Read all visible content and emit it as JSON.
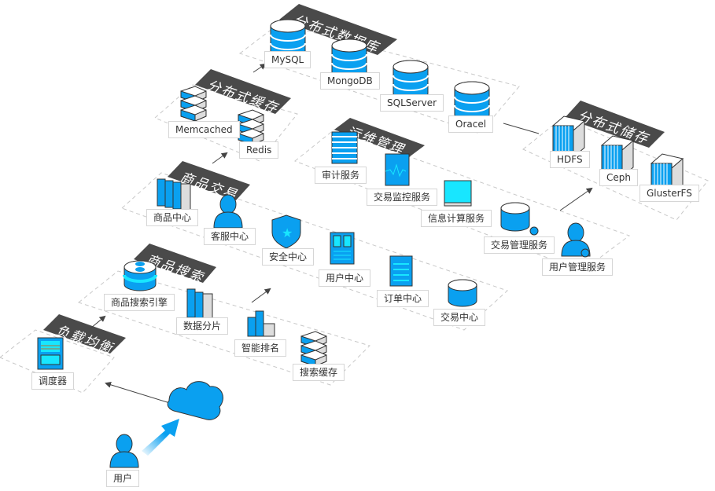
{
  "colors": {
    "accent": "#0aa0f0",
    "accent_light": "#18e6ff",
    "banner": "#4a4a4a",
    "line": "#c8c8c8",
    "arrow": "#444444"
  },
  "groups": {
    "distributed_db": {
      "title": "分布式数据库",
      "items": [
        "MySQL",
        "MongoDB",
        "SQLServer",
        "Oracel"
      ],
      "icon": "database-icon"
    },
    "distributed_cache": {
      "title": "分布式缓存",
      "items": [
        "Memcached",
        "Redis"
      ],
      "icon": "stack-icon"
    },
    "ops": {
      "title": "运维管理",
      "items": [
        "审计服务",
        "交易监控服务",
        "信息计算服务",
        "交易管理服务",
        "用户管理服务"
      ]
    },
    "distributed_storage": {
      "title": "分布式储存",
      "items": [
        "HDFS",
        "Ceph",
        "GlusterFS"
      ],
      "icon": "storage-box-icon"
    },
    "trade": {
      "title": "商品交易",
      "items": [
        "商品中心",
        "客服中心",
        "安全中心",
        "用户中心",
        "订单中心",
        "交易中心"
      ]
    },
    "search": {
      "title": "商品搜索",
      "items": [
        "商品搜索引擎",
        "数据分片",
        "智能排名",
        "搜索缓存"
      ]
    },
    "load_balance": {
      "title": "负载均衡",
      "items": [
        "调度器"
      ]
    }
  },
  "user": {
    "label": "用户"
  }
}
